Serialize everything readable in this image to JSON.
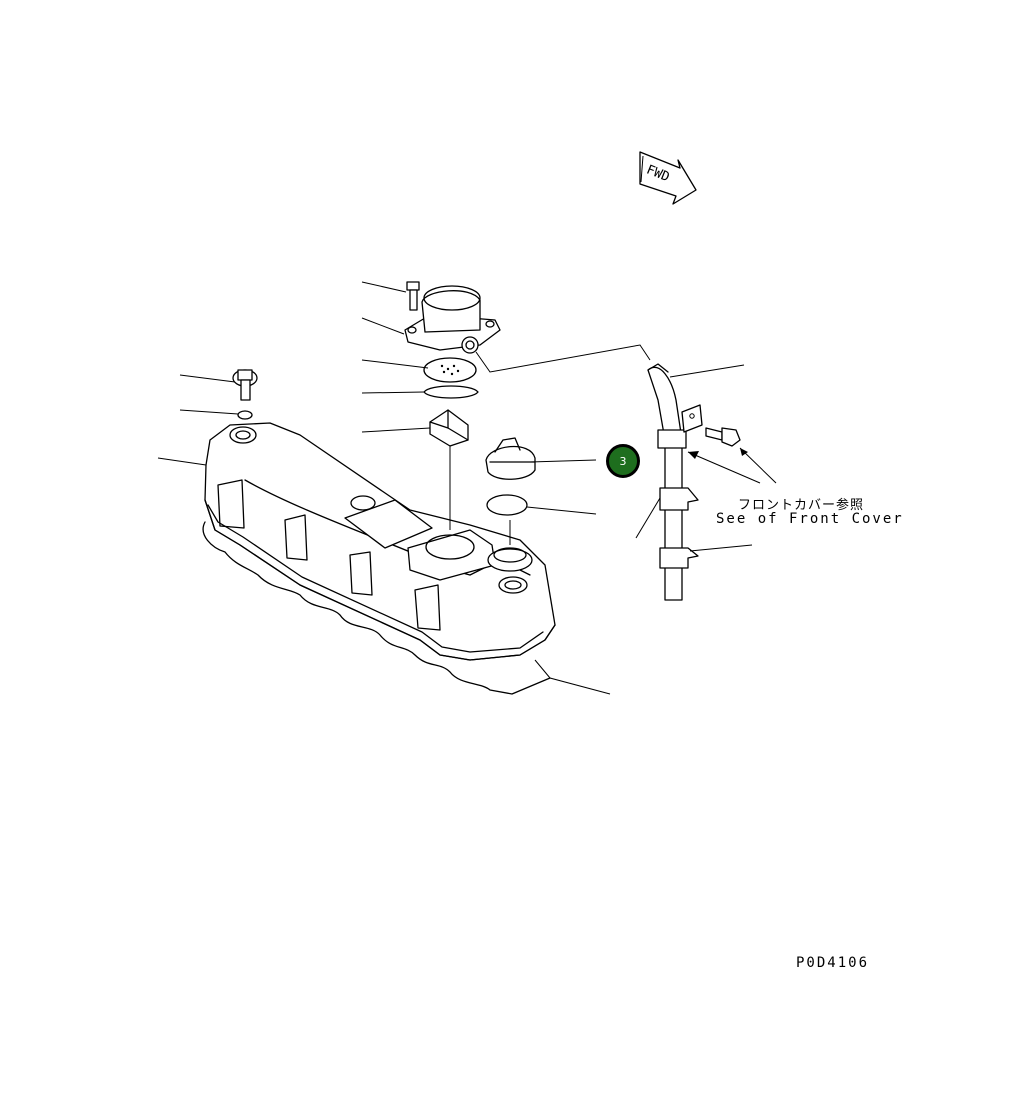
{
  "diagram": {
    "orientation_marker": "FWD",
    "reference_note_jp": "フロントカバー参照",
    "reference_note_en": "See of Front Cover",
    "figure_id": "P0D4106",
    "callouts": [
      {
        "number": "3",
        "color": "#1e6e1e"
      }
    ]
  }
}
